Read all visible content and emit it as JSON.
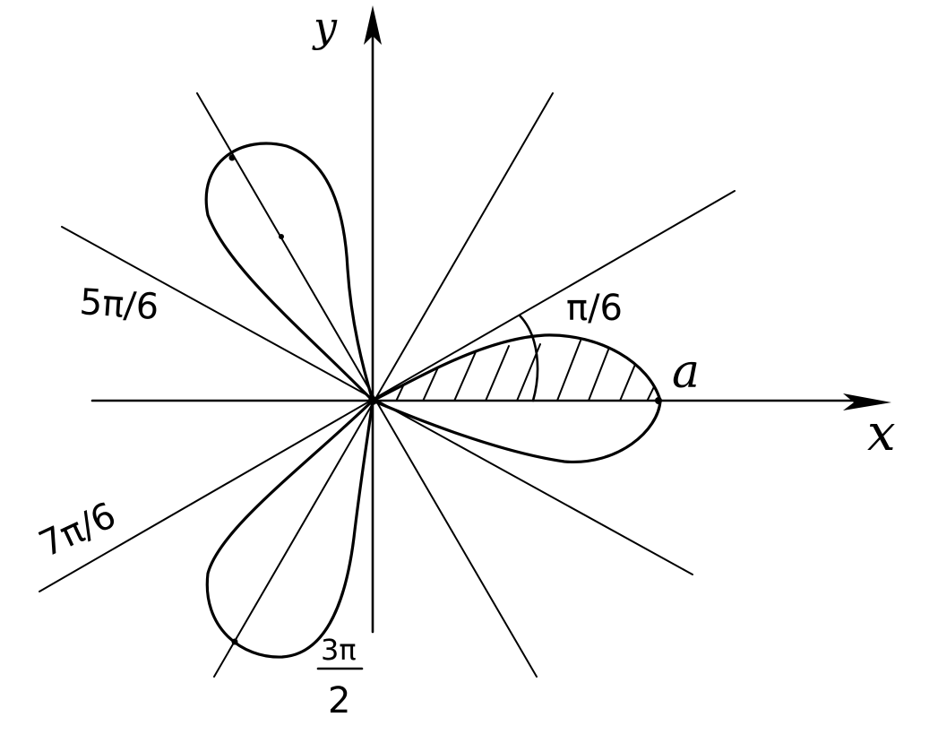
{
  "diagram": {
    "axis_labels": {
      "x": "x",
      "y": "y"
    },
    "curve_labels": {
      "a": "a"
    },
    "angle_labels": {
      "pi_over_6": "π/6",
      "five_pi_over_6": "5π/6",
      "seven_pi_over_6": "7π/6",
      "three_pi_numerator": "3π",
      "three_pi_denominator": "2"
    },
    "colors": {
      "ink": "#000000",
      "paper": "#ffffff"
    }
  }
}
